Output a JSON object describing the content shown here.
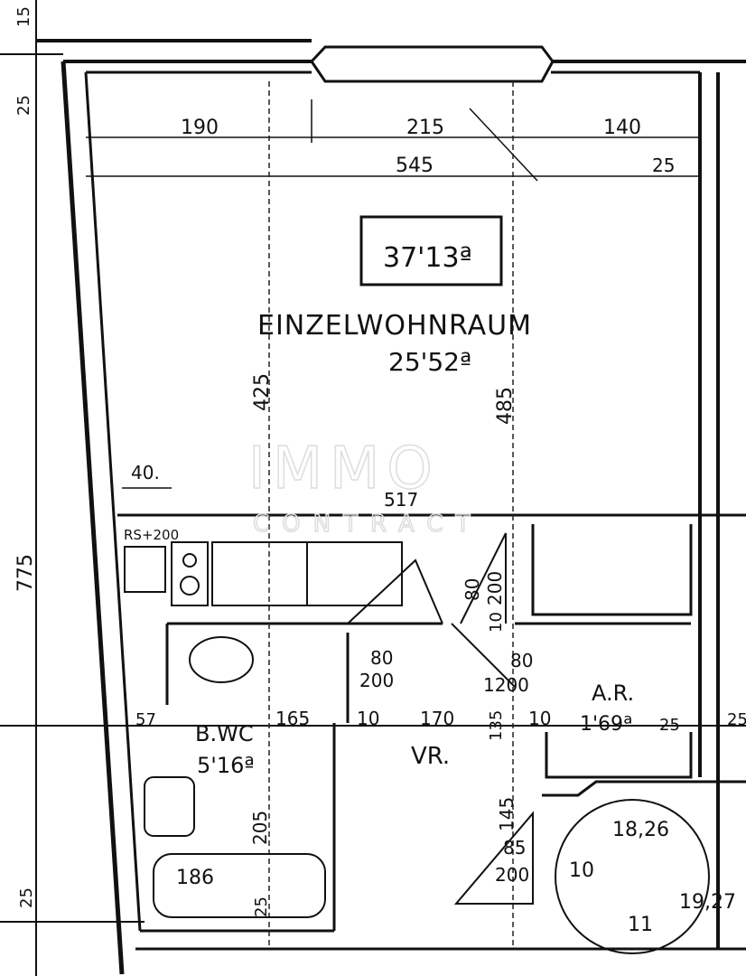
{
  "plan": {
    "total_area": "37'13ª",
    "rooms": [
      {
        "name": "EINZELWOHNRAUM",
        "area": "25'52ª"
      },
      {
        "name": "B.WC",
        "area": "5'16ª"
      },
      {
        "name": "A.R.",
        "area": "1'69ª"
      },
      {
        "name": "VR.",
        "area": ""
      }
    ],
    "kitchen_label": "RS+200",
    "dimensions": {
      "left_15": "15",
      "left_25_top": "25",
      "left_775": "775",
      "left_25_bottom": "25",
      "top_190": "190",
      "top_215": "215",
      "top_140": "140",
      "top_545": "545",
      "top_25": "25",
      "v_425": "425",
      "v_485": "485",
      "d_40": "40.",
      "d_517": "517",
      "door_80a": "80",
      "door_200a": "200",
      "door_80b": "80",
      "door_200b": "200",
      "door_80c": "80",
      "door_200c": "1200",
      "d_10a": "10",
      "d_165": "165",
      "d_10b": "10",
      "d_170": "170",
      "d_135": "135",
      "d_10c": "10",
      "d_25_ar": "25",
      "d_25_right": "25",
      "d_145": "145",
      "door_85": "85",
      "door_200d": "200",
      "d_205": "205",
      "d_186": "186",
      "d_25_bath": "25",
      "d_57": "57"
    },
    "stair": {
      "step_10": "10",
      "step_11": "11",
      "level_1": "18,26",
      "level_2": "19,27"
    }
  },
  "watermark": {
    "line1": "IMMO",
    "line2": "CONTRACT"
  }
}
